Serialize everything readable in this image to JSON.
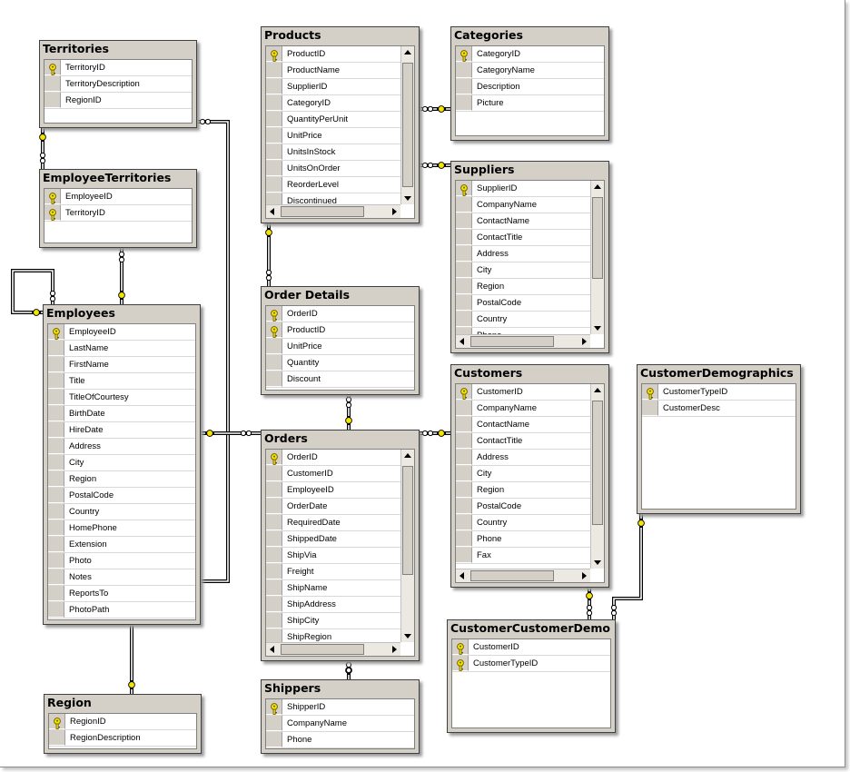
{
  "diagram": {
    "colors": {
      "key": "#f5e400",
      "title_bar": "#d4d0c8",
      "line": "#000000"
    },
    "tables": [
      {
        "id": "territories",
        "title": "Territories",
        "columns": [
          {
            "name": "TerritoryID",
            "pk": true
          },
          {
            "name": "TerritoryDescription",
            "pk": false
          },
          {
            "name": "RegionID",
            "pk": false
          }
        ]
      },
      {
        "id": "employee-territories",
        "title": "EmployeeTerritories",
        "columns": [
          {
            "name": "EmployeeID",
            "pk": true
          },
          {
            "name": "TerritoryID",
            "pk": true
          }
        ]
      },
      {
        "id": "employees",
        "title": "Employees",
        "columns": [
          {
            "name": "EmployeeID",
            "pk": true
          },
          {
            "name": "LastName",
            "pk": false
          },
          {
            "name": "FirstName",
            "pk": false
          },
          {
            "name": "Title",
            "pk": false
          },
          {
            "name": "TitleOfCourtesy",
            "pk": false
          },
          {
            "name": "BirthDate",
            "pk": false
          },
          {
            "name": "HireDate",
            "pk": false
          },
          {
            "name": "Address",
            "pk": false
          },
          {
            "name": "City",
            "pk": false
          },
          {
            "name": "Region",
            "pk": false
          },
          {
            "name": "PostalCode",
            "pk": false
          },
          {
            "name": "Country",
            "pk": false
          },
          {
            "name": "HomePhone",
            "pk": false
          },
          {
            "name": "Extension",
            "pk": false
          },
          {
            "name": "Photo",
            "pk": false
          },
          {
            "name": "Notes",
            "pk": false
          },
          {
            "name": "ReportsTo",
            "pk": false
          },
          {
            "name": "PhotoPath",
            "pk": false
          }
        ]
      },
      {
        "id": "region",
        "title": "Region",
        "columns": [
          {
            "name": "RegionID",
            "pk": true
          },
          {
            "name": "RegionDescription",
            "pk": false
          }
        ]
      },
      {
        "id": "products",
        "title": "Products",
        "columns": [
          {
            "name": "ProductID",
            "pk": true
          },
          {
            "name": "ProductName",
            "pk": false
          },
          {
            "name": "SupplierID",
            "pk": false
          },
          {
            "name": "CategoryID",
            "pk": false
          },
          {
            "name": "QuantityPerUnit",
            "pk": false
          },
          {
            "name": "UnitPrice",
            "pk": false
          },
          {
            "name": "UnitsInStock",
            "pk": false
          },
          {
            "name": "UnitsOnOrder",
            "pk": false
          },
          {
            "name": "ReorderLevel",
            "pk": false
          },
          {
            "name": "Discontinued",
            "pk": false
          }
        ]
      },
      {
        "id": "order-details",
        "title": "Order Details",
        "columns": [
          {
            "name": "OrderID",
            "pk": true
          },
          {
            "name": "ProductID",
            "pk": true
          },
          {
            "name": "UnitPrice",
            "pk": false
          },
          {
            "name": "Quantity",
            "pk": false
          },
          {
            "name": "Discount",
            "pk": false
          }
        ]
      },
      {
        "id": "orders",
        "title": "Orders",
        "columns": [
          {
            "name": "OrderID",
            "pk": true
          },
          {
            "name": "CustomerID",
            "pk": false
          },
          {
            "name": "EmployeeID",
            "pk": false
          },
          {
            "name": "OrderDate",
            "pk": false
          },
          {
            "name": "RequiredDate",
            "pk": false
          },
          {
            "name": "ShippedDate",
            "pk": false
          },
          {
            "name": "ShipVia",
            "pk": false
          },
          {
            "name": "Freight",
            "pk": false
          },
          {
            "name": "ShipName",
            "pk": false
          },
          {
            "name": "ShipAddress",
            "pk": false
          },
          {
            "name": "ShipCity",
            "pk": false
          },
          {
            "name": "ShipRegion",
            "pk": false
          }
        ]
      },
      {
        "id": "shippers",
        "title": "Shippers",
        "columns": [
          {
            "name": "ShipperID",
            "pk": true
          },
          {
            "name": "CompanyName",
            "pk": false
          },
          {
            "name": "Phone",
            "pk": false
          }
        ]
      },
      {
        "id": "categories",
        "title": "Categories",
        "columns": [
          {
            "name": "CategoryID",
            "pk": true
          },
          {
            "name": "CategoryName",
            "pk": false
          },
          {
            "name": "Description",
            "pk": false
          },
          {
            "name": "Picture",
            "pk": false
          }
        ]
      },
      {
        "id": "suppliers",
        "title": "Suppliers",
        "columns": [
          {
            "name": "SupplierID",
            "pk": true
          },
          {
            "name": "CompanyName",
            "pk": false
          },
          {
            "name": "ContactName",
            "pk": false
          },
          {
            "name": "ContactTitle",
            "pk": false
          },
          {
            "name": "Address",
            "pk": false
          },
          {
            "name": "City",
            "pk": false
          },
          {
            "name": "Region",
            "pk": false
          },
          {
            "name": "PostalCode",
            "pk": false
          },
          {
            "name": "Country",
            "pk": false
          },
          {
            "name": "Phone",
            "pk": false
          }
        ]
      },
      {
        "id": "customers",
        "title": "Customers",
        "columns": [
          {
            "name": "CustomerID",
            "pk": true
          },
          {
            "name": "CompanyName",
            "pk": false
          },
          {
            "name": "ContactName",
            "pk": false
          },
          {
            "name": "ContactTitle",
            "pk": false
          },
          {
            "name": "Address",
            "pk": false
          },
          {
            "name": "City",
            "pk": false
          },
          {
            "name": "Region",
            "pk": false
          },
          {
            "name": "PostalCode",
            "pk": false
          },
          {
            "name": "Country",
            "pk": false
          },
          {
            "name": "Phone",
            "pk": false
          },
          {
            "name": "Fax",
            "pk": false
          }
        ]
      },
      {
        "id": "customer-demographics",
        "title": "CustomerDemographics",
        "columns": [
          {
            "name": "CustomerTypeID",
            "pk": true
          },
          {
            "name": "CustomerDesc",
            "pk": false
          }
        ]
      },
      {
        "id": "customer-customer-demo",
        "title": "CustomerCustomerDemo",
        "columns": [
          {
            "name": "CustomerID",
            "pk": true
          },
          {
            "name": "CustomerTypeID",
            "pk": true
          }
        ]
      }
    ]
  }
}
